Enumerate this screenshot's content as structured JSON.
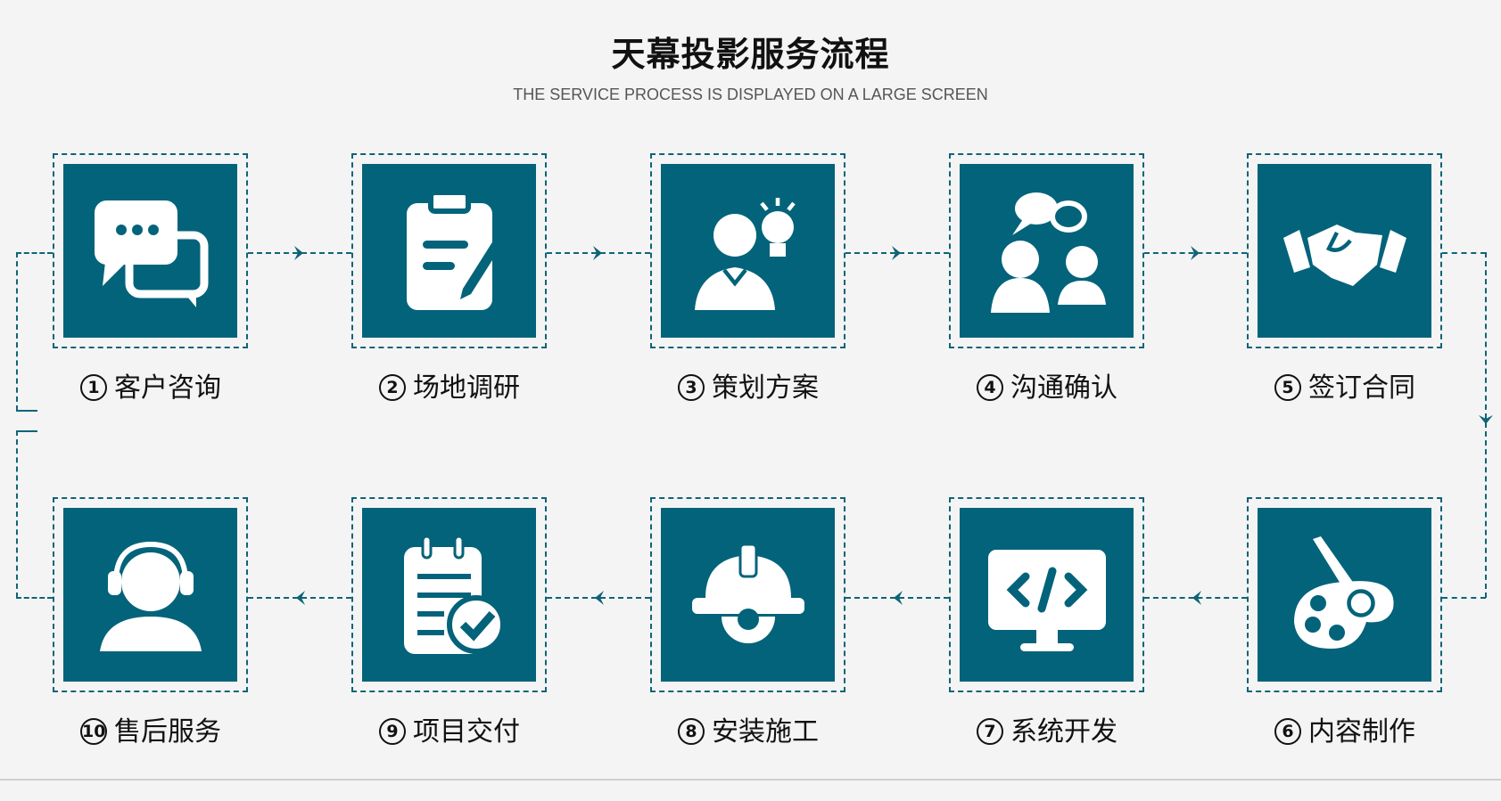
{
  "header": {
    "title": "天幕投影服务流程",
    "subtitle": "THE SERVICE PROCESS IS DISPLAYED ON A LARGE SCREEN"
  },
  "colors": {
    "accent": "#03637a",
    "background": "#f4f4f4"
  },
  "steps": [
    {
      "num": "1",
      "label": "客户咨询",
      "icon": "chat-bubbles-icon"
    },
    {
      "num": "2",
      "label": "场地调研",
      "icon": "clipboard-pen-icon"
    },
    {
      "num": "3",
      "label": "策划方案",
      "icon": "person-idea-icon"
    },
    {
      "num": "4",
      "label": "沟通确认",
      "icon": "people-talk-icon"
    },
    {
      "num": "5",
      "label": "签订合同",
      "icon": "handshake-icon"
    },
    {
      "num": "6",
      "label": "内容制作",
      "icon": "palette-icon"
    },
    {
      "num": "7",
      "label": "系统开发",
      "icon": "code-monitor-icon"
    },
    {
      "num": "8",
      "label": "安装施工",
      "icon": "hardhat-gear-icon"
    },
    {
      "num": "9",
      "label": "项目交付",
      "icon": "checklist-icon"
    },
    {
      "num": "10",
      "label": "售后服务",
      "icon": "headset-user-icon"
    }
  ]
}
